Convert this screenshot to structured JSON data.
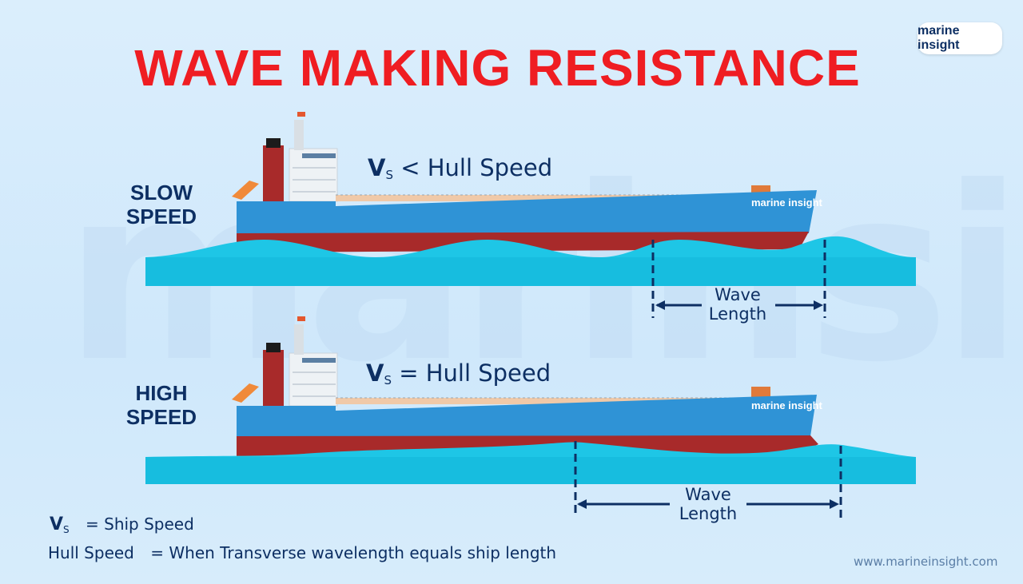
{
  "title": "WAVE MAKING RESISTANCE",
  "logo": {
    "text": "marine insight"
  },
  "watermark": "marinsight",
  "panels": [
    {
      "label_line1": "SLOW",
      "label_line2": "SPEED",
      "v": "V",
      "sub": "S",
      "relation": "< Hull Speed",
      "wave_label_1": "Wave",
      "wave_label_2": "Length",
      "ship_brand": "marine insight"
    },
    {
      "label_line1": "HIGH",
      "label_line2": "SPEED",
      "v": "V",
      "sub": "S",
      "relation": "= Hull Speed",
      "wave_label_1": "Wave",
      "wave_label_2": "Length",
      "ship_brand": "marine insight"
    }
  ],
  "legend": {
    "v": "V",
    "sub": "S",
    "v_def": "= Ship Speed",
    "hull_term": "Hull Speed",
    "hull_def": "= When Transverse wavelength equals ship length"
  },
  "url": "www.marineinsight.com",
  "colors": {
    "title": "#ef1d22",
    "navy": "#0d2f63",
    "hull_blue": "#2f93d6",
    "hull_red": "#a82a2a",
    "water": "#1ec6e6",
    "water_dark": "#12a7cc"
  }
}
